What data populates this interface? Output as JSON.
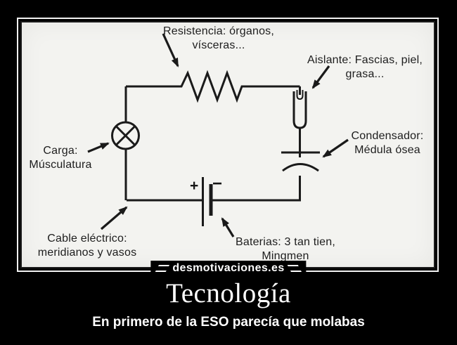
{
  "meme": {
    "watermark": "desmotivaciones.es",
    "title": "Tecnología",
    "caption": "En primero de la ESO parecía que molabas"
  },
  "diagram": {
    "labels": {
      "resistencia": {
        "line1": "Resistencia: órganos,",
        "line2": "vísceras..."
      },
      "aislante": {
        "line1": "Aislante: Fascias, piel,",
        "line2": "grasa..."
      },
      "condensador": {
        "line1": "Condensador:",
        "line2": "Médula ósea"
      },
      "carga": {
        "line1": "Carga:",
        "line2": "Músculatura"
      },
      "cable": {
        "line1": "Cable eléctrico:",
        "line2": "meridianos y vasos"
      },
      "baterias": {
        "line1": "Baterias: 3 tan tien,",
        "line2": "Mingmen"
      }
    },
    "battery": {
      "plus": "+",
      "minus": "−"
    },
    "colors": {
      "background": "#000000",
      "frame": "#f2f2f2",
      "paper": "#f3f3f0",
      "ink": "#1a1a1a",
      "text": "#ffffff"
    }
  }
}
